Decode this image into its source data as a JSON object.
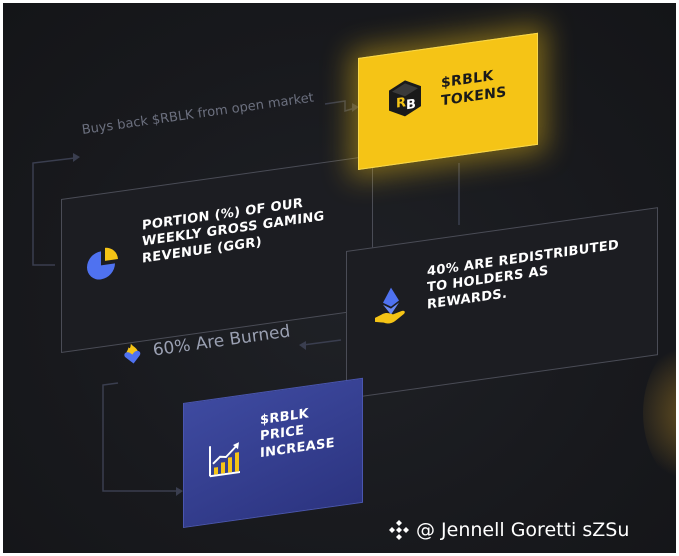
{
  "tokens_card": {
    "line1": "$RBLK",
    "line2": "TOKENS"
  },
  "ggr_card": {
    "line1": "PORTION (%) OF OUR",
    "line2": "WEEKLY GROSS GAMING",
    "line3": "REVENUE (GGR)"
  },
  "rewards_card": {
    "line1": "40% ARE REDISTRIBUTED",
    "line2": "TO HOLDERS AS",
    "line3": "REWARDS."
  },
  "price_card": {
    "line1": "$RBLK",
    "line2": "PRICE",
    "line3": "INCREASE"
  },
  "flows": {
    "buyback": "Buys back $RBLK from open market",
    "burned": "60% Are Burned"
  },
  "watermark": {
    "text": "@ Jennell Goretti sZSu"
  },
  "icons": {
    "logo": "rb-cube-logo-icon",
    "pie": "pie-chart-icon",
    "hand": "hand-ethereum-icon",
    "flame": "flame-heart-icon",
    "growth": "bar-growth-chart-icon",
    "watermark": "binance-diamond-icon"
  },
  "colors": {
    "background": "#18191d",
    "token_card": "#f5c416",
    "price_card": "#3a46a0",
    "dark_card": "#1c1d22",
    "accent_blue": "#4f72f0",
    "accent_yellow": "#f5c416"
  }
}
